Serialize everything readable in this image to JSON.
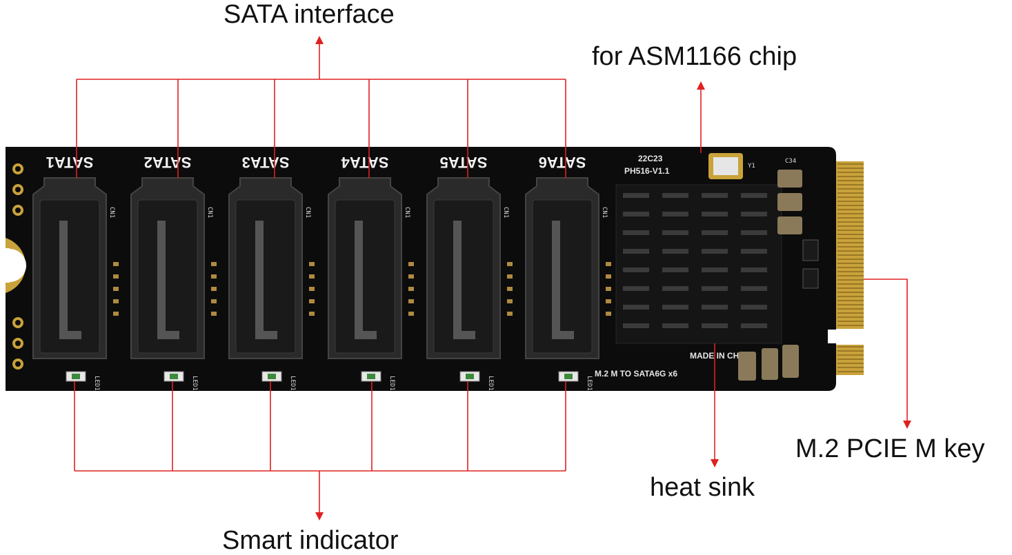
{
  "annotations": {
    "sata_interface": "SATA interface",
    "chip": "for ASM1166 chip",
    "mkey": "M.2 PCIE M key",
    "heat_sink": "heat sink",
    "smart_indicator": "Smart indicator"
  },
  "board": {
    "slots": [
      "SATA1",
      "SATA2",
      "SATA3",
      "SATA4",
      "SATA5",
      "SATA6"
    ],
    "silkscreen_top": "22C23",
    "silkscreen_version": "PH516-V1.1",
    "silkscreen_made": "MADE IN CHINA",
    "silkscreen_model": "M.2 M TO SATA6G x6",
    "crystal_label": "Y1",
    "cap_label": "C34",
    "cn_label": "CN1",
    "led_label": "LED1"
  },
  "colors": {
    "pcb": "#0c0c0c",
    "connector": "#2a2a2a",
    "leader_line": "#e02020",
    "gold": "#c9a23a",
    "heatsink": "#151515",
    "fin": "#3b3b3b"
  }
}
